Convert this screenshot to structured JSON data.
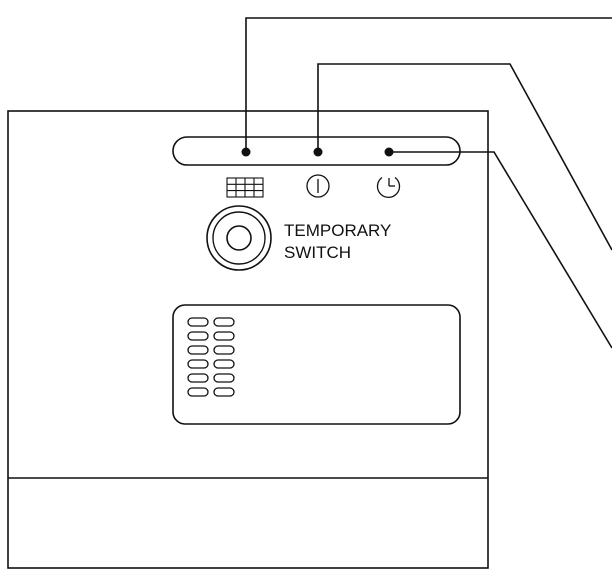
{
  "switch": {
    "label_line1": "TEMPORARY",
    "label_line2": "SWITCH"
  },
  "indicators": [
    {
      "name": "defrost",
      "icon": "grid-icon"
    },
    {
      "name": "operation",
      "icon": "power-icon"
    },
    {
      "name": "timer",
      "icon": "timer-icon"
    }
  ],
  "vent": {
    "slot_columns": 2,
    "slot_rows": 6
  },
  "colors": {
    "stroke": "#111111",
    "background": "#ffffff"
  }
}
